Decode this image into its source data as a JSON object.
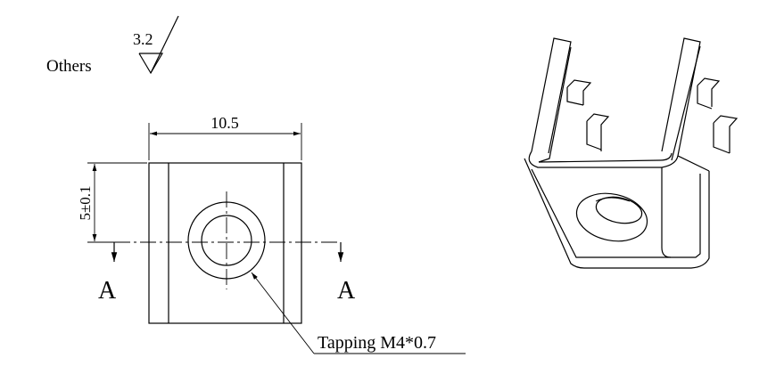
{
  "surface_finish": {
    "label": "Others",
    "roughness_value": "3.2"
  },
  "front_view": {
    "width_dimension": "10.5",
    "height_dimension": "5±0.1",
    "section_label_left": "A",
    "section_label_right": "A",
    "thread_callout": "Tapping M4*0.7"
  },
  "colors": {
    "line": "#000000",
    "background": "#ffffff"
  }
}
